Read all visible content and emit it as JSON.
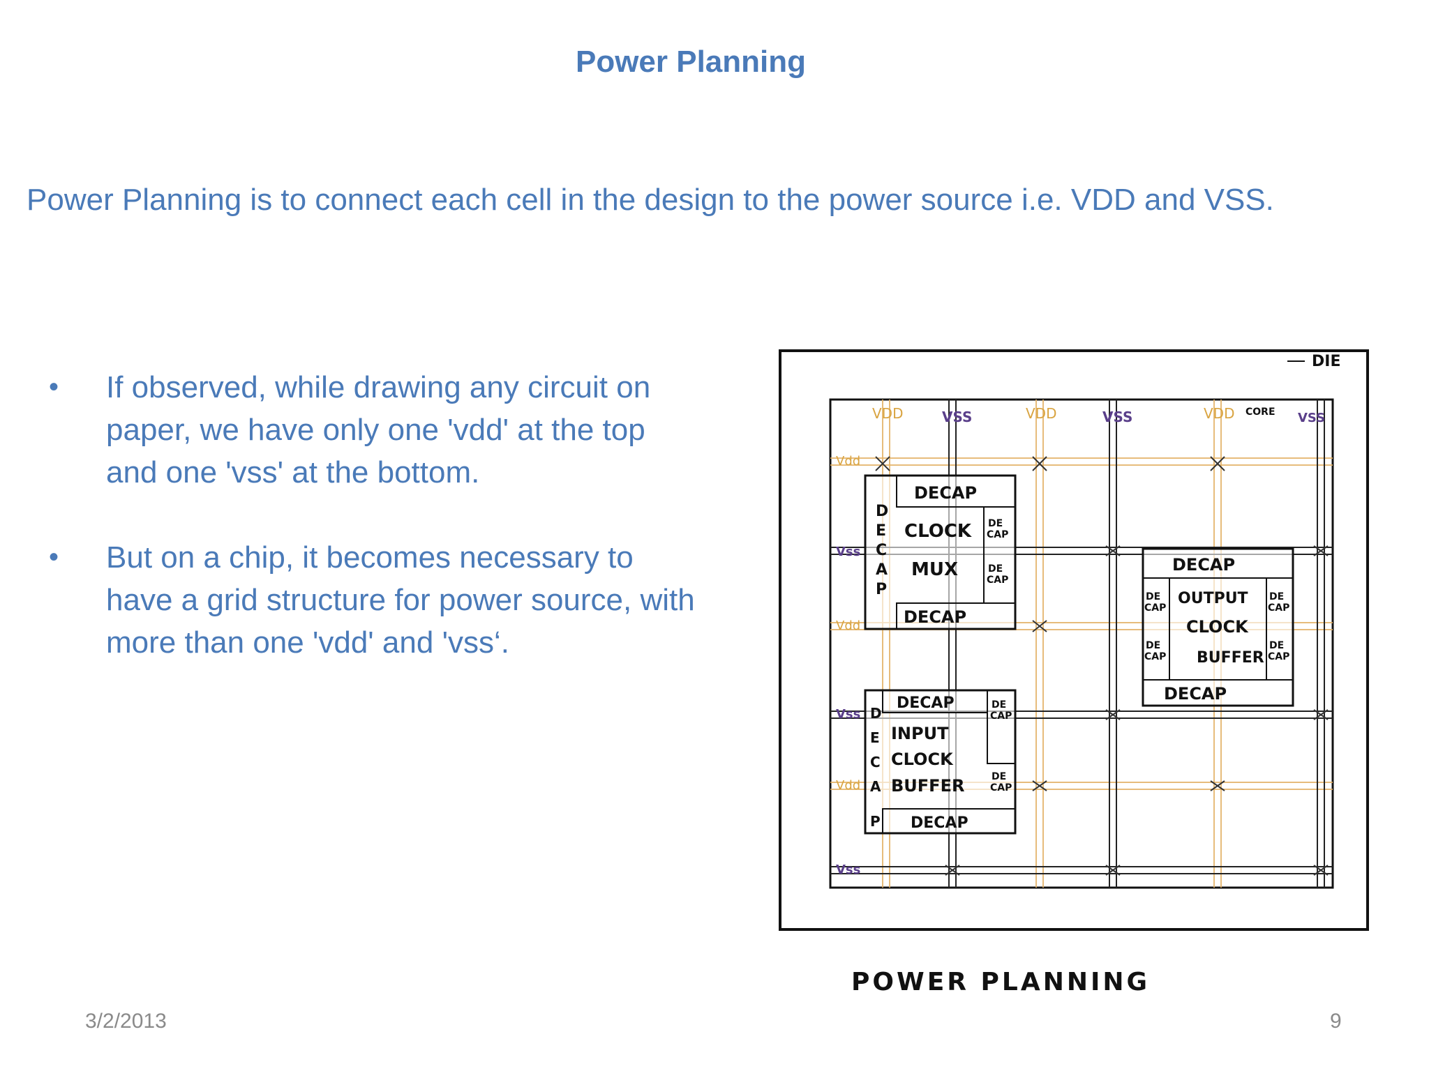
{
  "slide": {
    "title": "Power Planning",
    "intro": "Power Planning  is to connect each cell in the design to the power source i.e. VDD and VSS.",
    "bullets": [
      {
        "marker": "•",
        "text": "If observed, while drawing any circuit on paper, we have only one 'vdd' at the top and one 'vss' at the bottom."
      },
      {
        "marker": "•",
        "text": "But on a chip, it becomes necessary to have a grid structure for power source, with more than one 'vdd' and 'vss‘."
      }
    ],
    "date": "3/2/2013",
    "page_number": "9"
  },
  "figure": {
    "caption": "POWER PLANNING",
    "die_label": "DIE",
    "core_label": "CORE",
    "vdd_label": "VDD",
    "vss_label": "VSS",
    "vss_row_label": "Vss",
    "vdd_row_label": "Vdd",
    "decap": "DECAP",
    "decap_small_1": "DE",
    "decap_small_2": "CAP",
    "vertical_decap": [
      "D",
      "E",
      "C",
      "A",
      "P"
    ],
    "block1": [
      "CLOCK",
      "MUX"
    ],
    "block2": [
      "OUTPUT",
      "CLOCK",
      "BUFFER"
    ],
    "block3": [
      "INPUT",
      "CLOCK",
      "BUFFER"
    ],
    "colors": {
      "vdd_lines": "#e3b165",
      "vss_lines": "#222222",
      "text_accent": "#4a7ab8"
    }
  }
}
